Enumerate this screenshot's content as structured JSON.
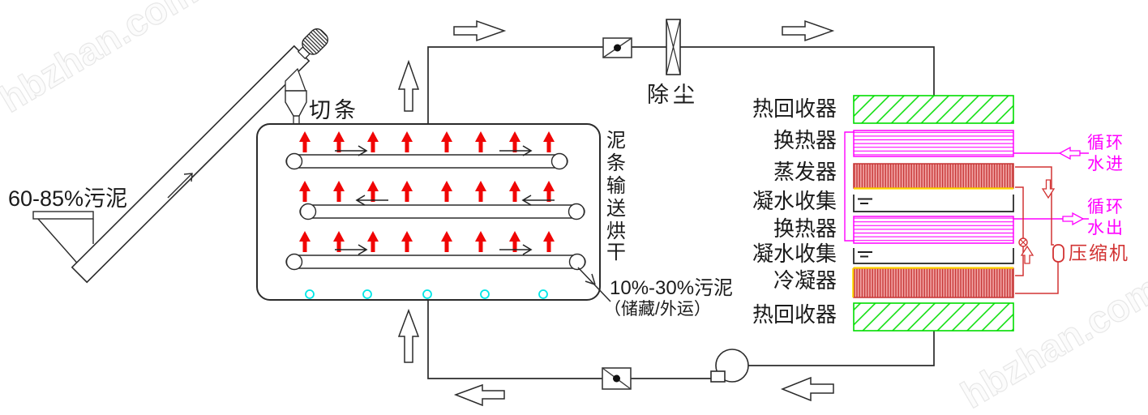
{
  "watermark": {
    "text": "hbzhan.com"
  },
  "feed": {
    "label": "60-85%污泥"
  },
  "cutter": {
    "label": "切条"
  },
  "dedust": {
    "label": "除尘"
  },
  "dryer": {
    "vertical_label": "泥条输送烘干",
    "vertical_chars": [
      "泥",
      "条",
      "输",
      "送",
      "烘",
      "干"
    ]
  },
  "output": {
    "line1": "10%-30%污泥",
    "line2": "（储藏/外运）"
  },
  "heat_pump": {
    "stack": [
      {
        "label": "热回收器",
        "type": "heat-recovery"
      },
      {
        "label": "换热器",
        "type": "heat-exchanger"
      },
      {
        "label": "蒸发器",
        "type": "evaporator"
      },
      {
        "label": "凝水收集",
        "type": "condensate-collector"
      },
      {
        "label": "换热器",
        "type": "heat-exchanger"
      },
      {
        "label": "凝水收集",
        "type": "condensate-collector"
      },
      {
        "label": "冷凝器",
        "type": "condenser"
      },
      {
        "label": "热回收器",
        "type": "heat-recovery"
      }
    ],
    "water_in": {
      "line1": "循环",
      "line2": "水进"
    },
    "water_out": {
      "line1": "循环",
      "line2": "水出"
    },
    "compressor_label": "压缩机"
  },
  "colors": {
    "green": "#00dd00",
    "magenta": "#ff00ff",
    "pipe_red": "#d23333",
    "hot_air_red": "#f00505",
    "cyan": "#00e6e6",
    "yellow": "#ffd700",
    "line_black": "#2b2b2b"
  }
}
